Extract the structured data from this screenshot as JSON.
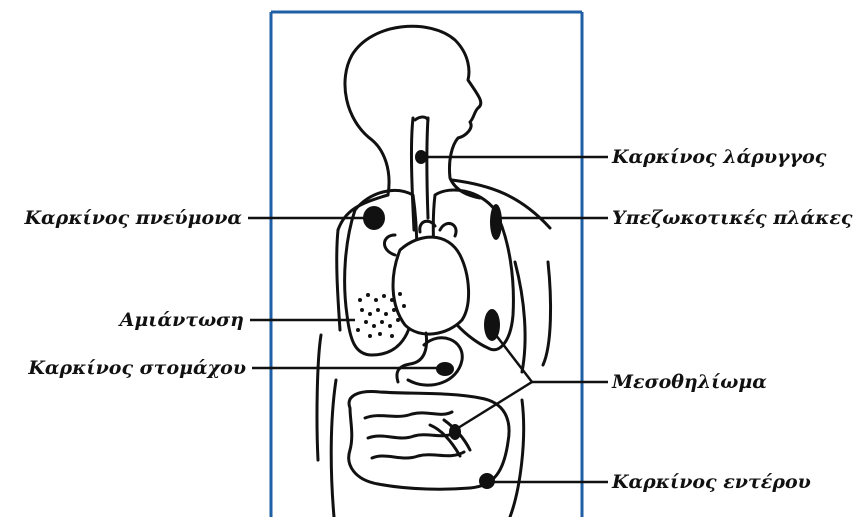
{
  "diagram": {
    "frame_color": "#1f5fa6",
    "line_color": "#111111",
    "labels": {
      "larynx_cancer": "Καρκίνος λάρυγγος",
      "lung_cancer": "Καρκίνος πνεύμονα",
      "pleural_plaques": "Υπεζωκοτικές πλάκες",
      "asbestosis": "Αμιάντωση",
      "stomach_cancer": "Καρκίνος στομάχου",
      "mesothelioma": "Μεσοθηλίωμα",
      "colon_cancer": "Καρκίνος εντέρου"
    }
  }
}
